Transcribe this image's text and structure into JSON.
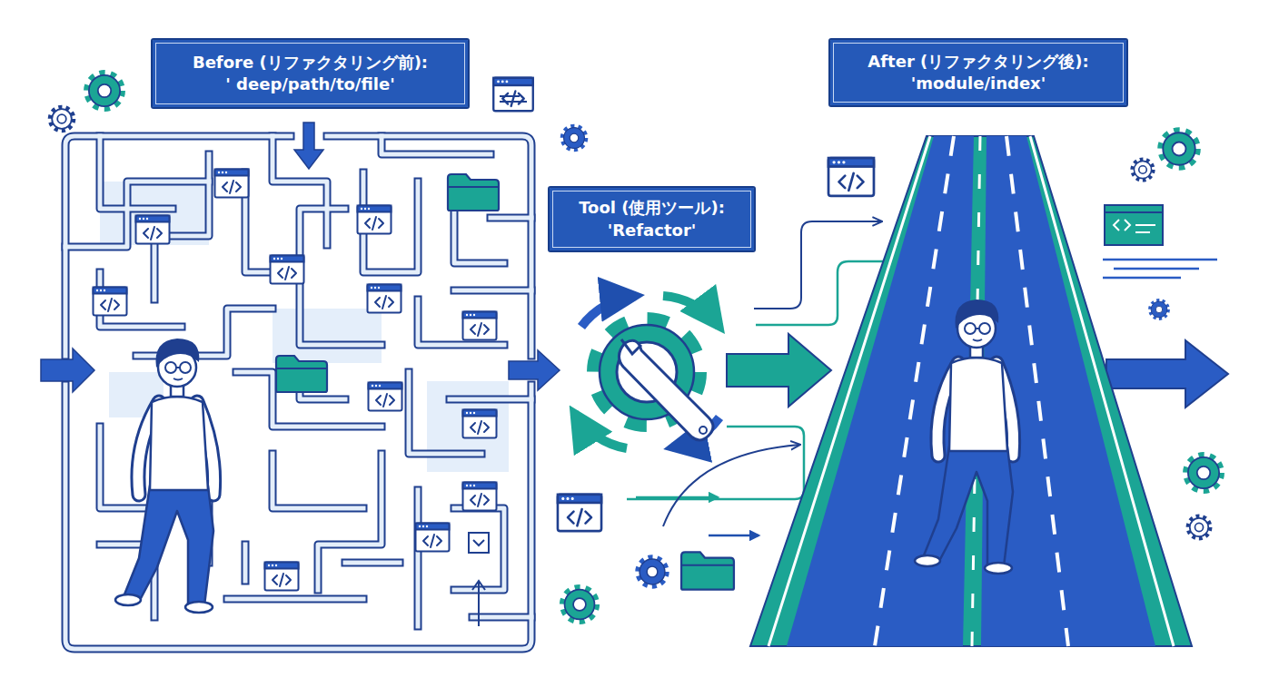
{
  "diagram": {
    "nodes": [
      {
        "text": [
          "Before (リファクタリング前):",
          "' deep/path/to/file'"
        ]
      },
      {
        "text": [
          "Tool (使用ツール):",
          "'Refactor'"
        ]
      },
      {
        "text": [
          "After (リファクタリング後):",
          "'module/index'"
        ]
      }
    ]
  }
}
